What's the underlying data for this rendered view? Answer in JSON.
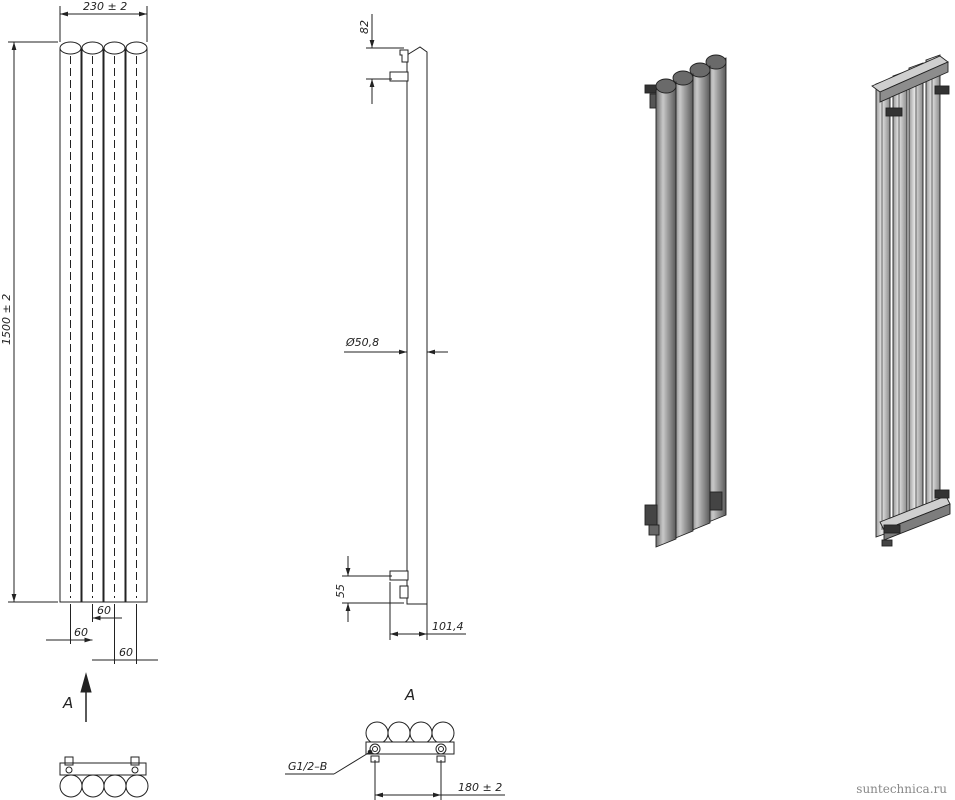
{
  "front_view": {
    "width_dim": "230 ± 2",
    "height_dim": "1500 ± 2",
    "spacing_dims": [
      "60",
      "60",
      "60"
    ]
  },
  "side_view": {
    "top_offset_dim": "82",
    "diameter_dim": "Ø50,8",
    "bottom_offset_dim": "55",
    "depth_dim": "101,4"
  },
  "view_a": {
    "arrow_label": "A",
    "title": "A",
    "thread_label": "G1/2–B",
    "pitch_dim": "180 ± 2"
  },
  "watermark": "suntechnica.ru",
  "colors": {
    "line": "#222222",
    "tube_dark": "#8a8a8a",
    "tube_light": "#d2d2d2",
    "bracket": "#444444"
  }
}
